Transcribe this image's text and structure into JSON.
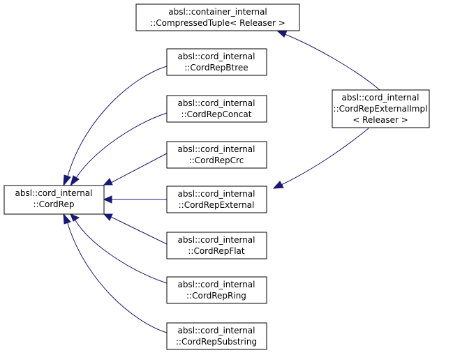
{
  "diagram": {
    "colors": {
      "edge": "#191970",
      "node_border": "#000000",
      "node_fill": "#ffffff"
    },
    "nodes": {
      "compressed_tuple": {
        "line1": "absl::container_internal",
        "line2": "::CompressedTuple< Releaser >"
      },
      "btree": {
        "line1": "absl::cord_internal",
        "line2": "::CordRepBtree"
      },
      "concat": {
        "line1": "absl::cord_internal",
        "line2": "::CordRepConcat"
      },
      "crc": {
        "line1": "absl::cord_internal",
        "line2": "::CordRepCrc"
      },
      "cordrep": {
        "line1": "absl::cord_internal",
        "line2": "::CordRep"
      },
      "external": {
        "line1": "absl::cord_internal",
        "line2": "::CordRepExternal"
      },
      "flat": {
        "line1": "absl::cord_internal",
        "line2": "::CordRepFlat"
      },
      "ring": {
        "line1": "absl::cord_internal",
        "line2": "::CordRepRing"
      },
      "substring": {
        "line1": "absl::cord_internal",
        "line2": "::CordRepSubstring"
      },
      "external_impl": {
        "line1": "absl::cord_internal",
        "line2": "::CordRepExternalImpl",
        "line3": "< Releaser >"
      }
    },
    "edges": [
      {
        "from": "btree",
        "to": "cordrep"
      },
      {
        "from": "concat",
        "to": "cordrep"
      },
      {
        "from": "crc",
        "to": "cordrep"
      },
      {
        "from": "external",
        "to": "cordrep"
      },
      {
        "from": "flat",
        "to": "cordrep"
      },
      {
        "from": "ring",
        "to": "cordrep"
      },
      {
        "from": "substring",
        "to": "cordrep"
      },
      {
        "from": "external_impl",
        "to": "compressed_tuple"
      },
      {
        "from": "external_impl",
        "to": "external"
      }
    ]
  }
}
